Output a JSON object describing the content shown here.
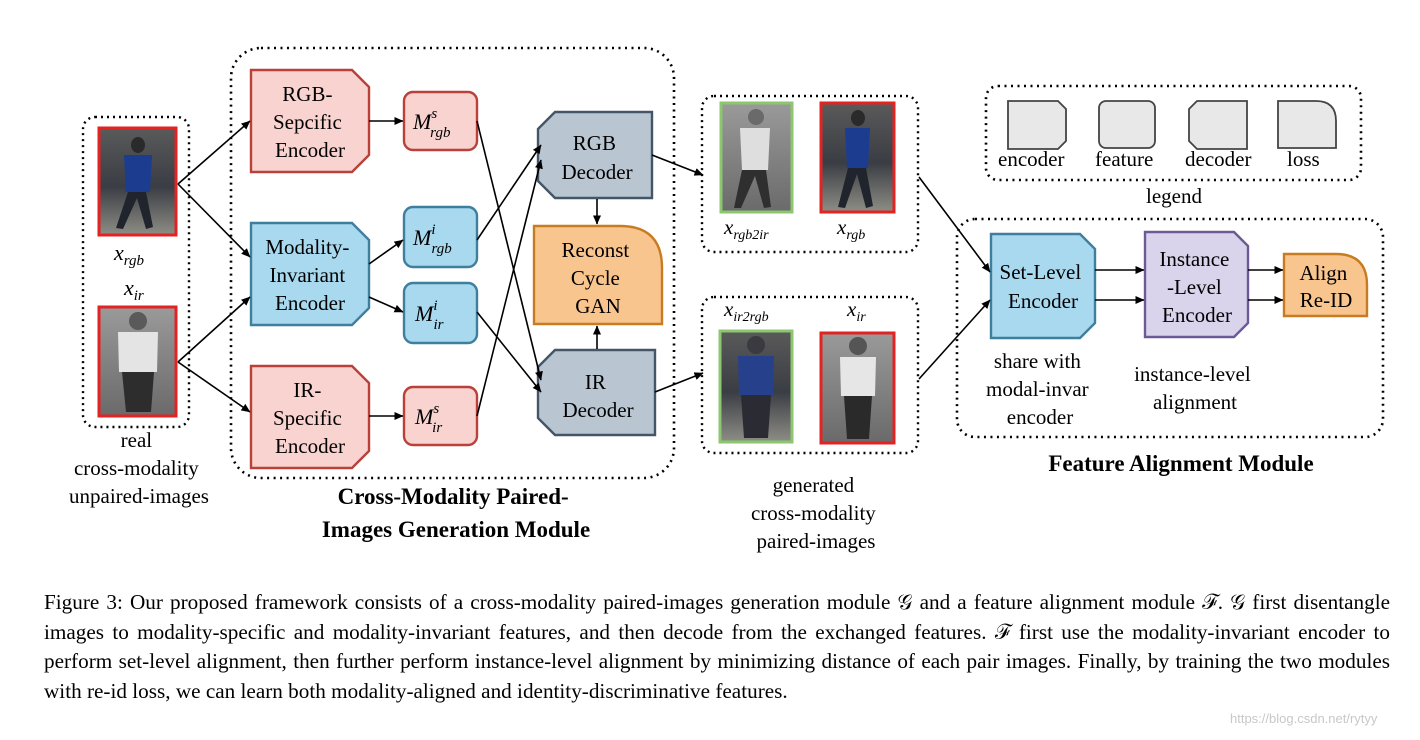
{
  "figure": {
    "inputs": {
      "rgb_label": "x",
      "rgb_sub": "rgb",
      "ir_label": "x",
      "ir_sub": "ir",
      "caption_lines": [
        "real",
        "cross-modality",
        "unpaired-images"
      ]
    },
    "generation_module": {
      "title_lines": [
        "Cross-Modality Paired-",
        "Images Generation Module"
      ],
      "rgb_encoder": [
        "RGB-",
        "Sepcific",
        "Encoder"
      ],
      "mi_encoder": [
        "Modality-",
        "Invariant",
        "Encoder"
      ],
      "ir_encoder": [
        "IR-",
        "Specific",
        "Encoder"
      ],
      "features": [
        {
          "base": "M",
          "sup": "s",
          "sub": "rgb"
        },
        {
          "base": "M",
          "sup": "i",
          "sub": "rgb"
        },
        {
          "base": "M",
          "sup": "i",
          "sub": "ir"
        },
        {
          "base": "M",
          "sup": "s",
          "sub": "ir"
        }
      ],
      "rgb_decoder": [
        "RGB",
        "Decoder"
      ],
      "ir_decoder": [
        "IR",
        "Decoder"
      ],
      "loss": [
        "Reconst",
        "Cycle",
        "GAN"
      ]
    },
    "generated": {
      "top_labels": [
        {
          "base": "x",
          "sub": "rgb2ir"
        },
        {
          "base": "x",
          "sub": "rgb"
        }
      ],
      "bottom_labels": [
        {
          "base": "x",
          "sub": "ir2rgb"
        },
        {
          "base": "x",
          "sub": "ir"
        }
      ],
      "caption_lines": [
        "generated",
        "cross-modality",
        "paired-images"
      ]
    },
    "legend": {
      "items": [
        "encoder",
        "feature",
        "decoder",
        "loss"
      ],
      "title": "legend"
    },
    "alignment_module": {
      "title": "Feature Alignment Module",
      "set_encoder": [
        "Set-Level",
        "Encoder"
      ],
      "instance_encoder": [
        "Instance",
        "-Level",
        "Encoder"
      ],
      "loss": [
        "Align",
        "Re-ID"
      ],
      "set_note": [
        "share with",
        "modal-invar",
        "encoder"
      ],
      "instance_note": [
        "instance-level",
        "alignment"
      ]
    },
    "colors": {
      "pink_fill": "#f8d3d0",
      "pink_stroke": "#b9413a",
      "blue_fill": "#a9d9ef",
      "blue_stroke": "#3f7f9e",
      "gray_fill": "#b9c6d2",
      "gray_stroke": "#435566",
      "orange_fill": "#f8c58f",
      "orange_stroke": "#c87c21",
      "purple_fill": "#dad3ec",
      "purple_stroke": "#6c5a96",
      "red_frame": "#e32222",
      "green_frame": "#8cc66e"
    }
  },
  "caption": {
    "text": "Figure 3: Our proposed framework consists of a cross-modality paired-images generation module 𝒢 and a feature alignment module ℱ. 𝒢 first disentangle images to modality-specific and modality-invariant features, and then decode from the exchanged features. ℱ first use the modality-invariant encoder to perform set-level alignment, then further perform instance-level alignment by minimizing distance of each pair images. Finally, by training the two modules with re-id loss, we can learn both modality-aligned and identity-discriminative features."
  },
  "watermark": "https://blog.csdn.net/rytyy"
}
